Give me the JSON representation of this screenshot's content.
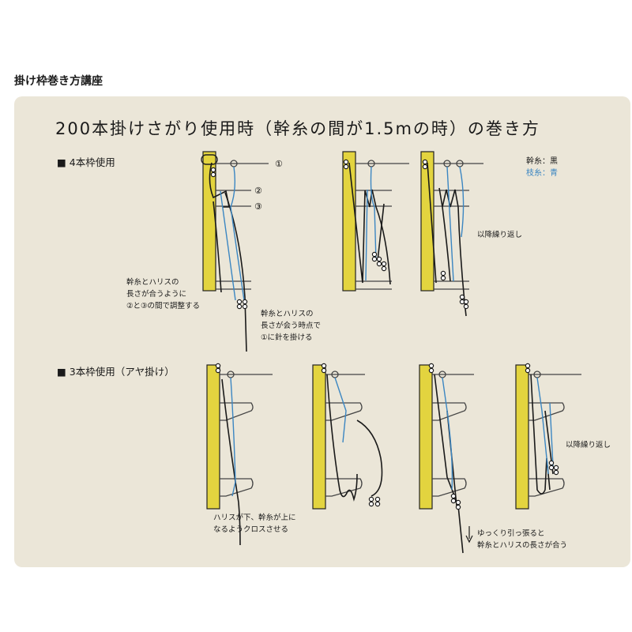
{
  "header": {
    "title": "掛け枠巻き方講座"
  },
  "diagram": {
    "title": "200本掛けさがり使用時（幹糸の間が1.5mの時）の巻き方",
    "legend": {
      "main_line": "幹糸：黒",
      "branch_line": "枝糸：青"
    },
    "section1": {
      "title": "■ 4本枠使用",
      "markers": [
        "①",
        "②",
        "③"
      ],
      "note_adjust": [
        "幹糸とハリスの",
        "長さが合うように",
        "②と③の間で調整する"
      ],
      "note_hook": [
        "幹糸とハリスの",
        "長さが会う時点で",
        "①に針を掛ける"
      ],
      "note_repeat": "以降繰り返し"
    },
    "section2": {
      "title": "■ 3本枠使用（アヤ掛け）",
      "note_cross": [
        "ハリスが下、幹糸が上に",
        "なるようクロスさせる"
      ],
      "note_pull": [
        "ゆっくり引っ張ると",
        "幹糸とハリスの長さが合う"
      ],
      "note_repeat": "以降繰り返し"
    },
    "colors": {
      "post": "#e3d43f",
      "main_line": "#1a1a1a",
      "branch_line": "#3b86c2",
      "panel": "#ebe6d8"
    }
  }
}
